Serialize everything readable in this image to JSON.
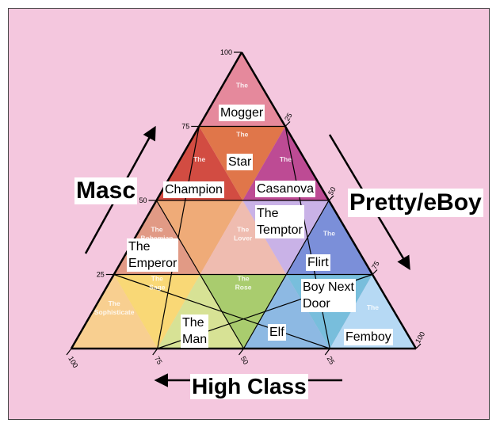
{
  "regions": [
    {
      "id": "mogger",
      "inner": "The",
      "overlay": "Mogger",
      "color": "#e5899c"
    },
    {
      "id": "star",
      "inner": "The",
      "overlay": "Star",
      "color": "#d24c42"
    },
    {
      "id": "champion",
      "inner": "The",
      "overlay": "Champion",
      "color": "#e0764a"
    },
    {
      "id": "casanova",
      "inner": "The",
      "overlay": "Casanova",
      "color": "#bd4b94"
    },
    {
      "id": "bohemian",
      "inner": "The Bohemian",
      "overlay": "",
      "color": "#e19a85"
    },
    {
      "id": "emperor",
      "inner": "",
      "overlay": "The\nEmperor",
      "color": "#efab78"
    },
    {
      "id": "lover",
      "inner": "The Lover",
      "overlay": "",
      "color": "#efbcb0"
    },
    {
      "id": "temptor",
      "inner": "",
      "overlay": "The\nTemptor",
      "color": "#c9b2e7"
    },
    {
      "id": "flirt",
      "inner": "The",
      "overlay": "Flirt",
      "color": "#7b8fd9"
    },
    {
      "id": "sophisticate",
      "inner": "The Sophisticate",
      "overlay": "",
      "color": "#f8cf90"
    },
    {
      "id": "sage",
      "inner": "The Sage",
      "overlay": "",
      "color": "#f9d876"
    },
    {
      "id": "man",
      "inner": "",
      "overlay": "The\nMan",
      "color": "#d7e295"
    },
    {
      "id": "rose",
      "inner": "The Rose",
      "overlay": "",
      "color": "#a9cc6e"
    },
    {
      "id": "boynextdoor",
      "inner": "",
      "overlay": "Boy Next\nDoor",
      "color": "#8db9e3"
    },
    {
      "id": "elf",
      "inner": "The",
      "overlay": "Elf",
      "color": "#78bedc"
    },
    {
      "id": "femboy",
      "inner": "The",
      "overlay": "Femboy",
      "color": "#b6d9f4"
    }
  ],
  "ticks": {
    "left": [
      "100",
      "75",
      "50",
      "25"
    ],
    "right": [
      "25",
      "50",
      "75",
      "100"
    ],
    "bottom": [
      "100",
      "75",
      "50",
      "25"
    ]
  },
  "axes": {
    "masc": "Masc",
    "pretty": "Pretty/eBoy",
    "high_class": "High Class"
  }
}
